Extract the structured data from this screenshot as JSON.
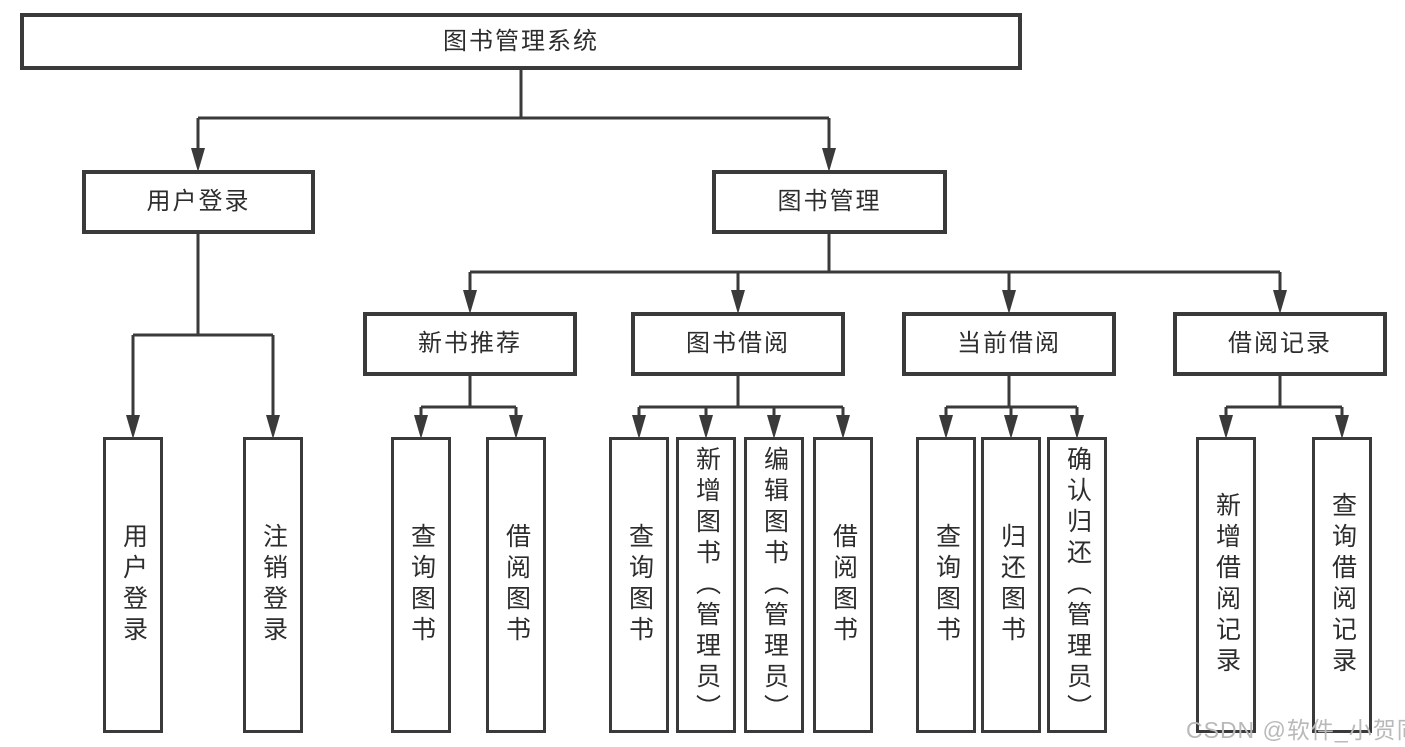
{
  "tree": {
    "root": {
      "label": "图书管理系统"
    },
    "level2": [
      {
        "label": "用户登录"
      },
      {
        "label": "图书管理"
      }
    ],
    "level3": [
      {
        "label": "新书推荐"
      },
      {
        "label": "图书借阅"
      },
      {
        "label": "当前借阅"
      },
      {
        "label": "借阅记录"
      }
    ],
    "leaves": {
      "user_login": [
        {
          "label": "用户登录"
        },
        {
          "label": "注销登录"
        }
      ],
      "new_book": [
        {
          "label": "查询图书"
        },
        {
          "label": "借阅图书"
        }
      ],
      "book_borrow": [
        {
          "label": "查询图书"
        },
        {
          "label": "新增图书（管理员）"
        },
        {
          "label": "编辑图书（管理员）"
        },
        {
          "label": "借阅图书"
        }
      ],
      "current_borrow": [
        {
          "label": "查询图书"
        },
        {
          "label": "归还图书"
        },
        {
          "label": "确认归还（管理员）"
        }
      ],
      "borrow_record": [
        {
          "label": "新增借阅记录"
        },
        {
          "label": "查询借阅记录"
        }
      ]
    }
  },
  "watermark": {
    "text": "CSDN @软件_小贺同学"
  },
  "colors": {
    "line": "#3a3a3a",
    "text": "#2d2d2d",
    "watermark": "#b9b9b9",
    "background": "#ffffff"
  }
}
